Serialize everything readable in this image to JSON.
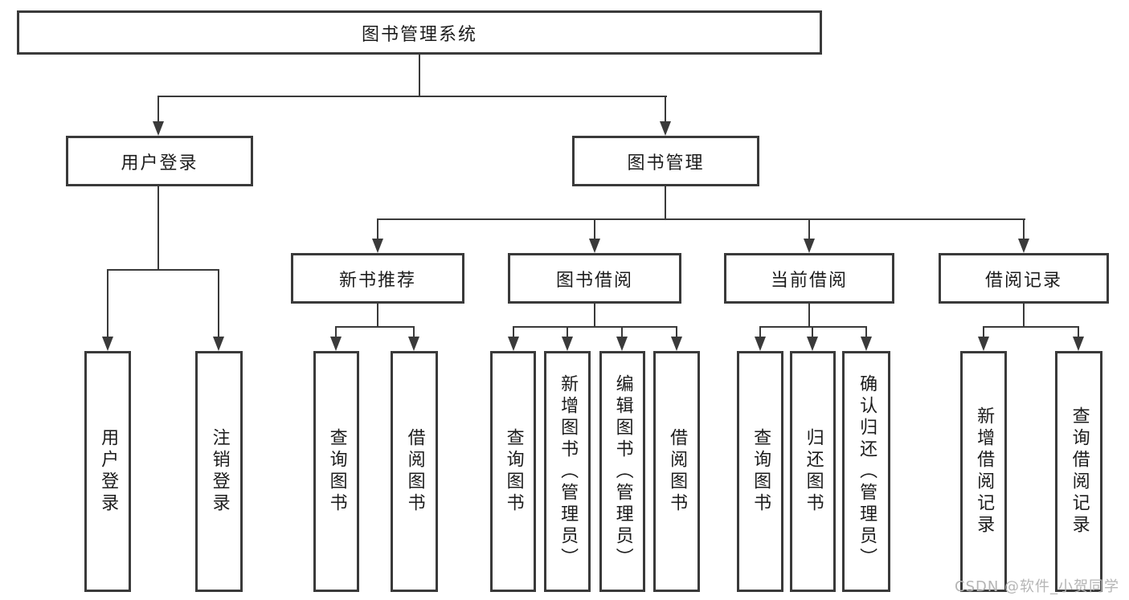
{
  "diagram_title": "图书管理系统",
  "nodes": {
    "root": "图书管理系统",
    "user_login": "用户登录",
    "book_mgmt": "图书管理",
    "new_rec": "新书推荐",
    "book_borrow": "图书借阅",
    "current_borrow": "当前借阅",
    "borrow_records": "借阅记录",
    "leaves": [
      "用户登录",
      "注销登录",
      "查询图书",
      "借阅图书",
      "查询图书",
      "新增图书（管理员）",
      "编辑图书（管理员）",
      "借阅图书",
      "查询图书",
      "归还图书",
      "确认归还（管理员）",
      "新增借阅记录",
      "查询借阅记录"
    ]
  },
  "tree": {
    "label": "图书管理系统",
    "children": [
      {
        "label": "用户登录",
        "children": [
          {
            "label": "用户登录"
          },
          {
            "label": "注销登录"
          }
        ]
      },
      {
        "label": "图书管理",
        "children": [
          {
            "label": "新书推荐",
            "children": [
              {
                "label": "查询图书"
              },
              {
                "label": "借阅图书"
              }
            ]
          },
          {
            "label": "图书借阅",
            "children": [
              {
                "label": "查询图书"
              },
              {
                "label": "新增图书（管理员）"
              },
              {
                "label": "编辑图书（管理员）"
              },
              {
                "label": "借阅图书"
              }
            ]
          },
          {
            "label": "当前借阅",
            "children": [
              {
                "label": "查询图书"
              },
              {
                "label": "归还图书"
              },
              {
                "label": "确认归还（管理员）"
              }
            ]
          },
          {
            "label": "借阅记录",
            "children": [
              {
                "label": "新增借阅记录"
              },
              {
                "label": "查询借阅记录"
              }
            ]
          }
        ]
      }
    ]
  },
  "watermark": {
    "text": "CSDN @软件_小贺同学"
  },
  "colors": {
    "line": "#3a3a3a",
    "box_border": "#3a3a3a",
    "text": "#1c1c1c",
    "watermark": "#b5b5b5",
    "background": "#ffffff"
  }
}
